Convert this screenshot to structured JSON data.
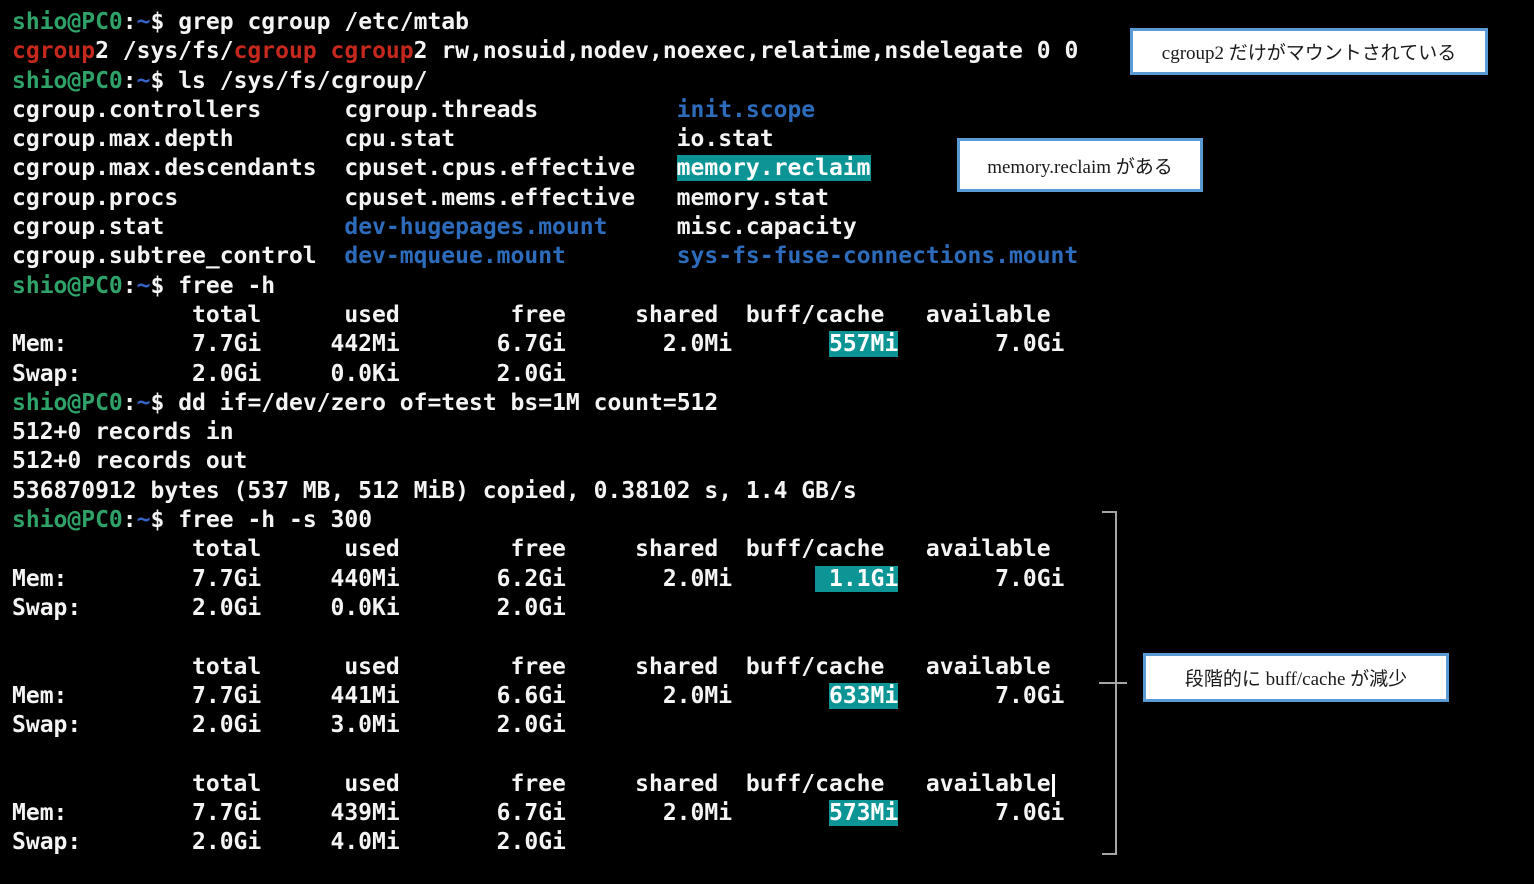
{
  "terminal": {
    "colors": {
      "fg": "#f4f4f4",
      "green": "#2ea269",
      "tilde": "#3465c4",
      "blue": "#2d6cbb",
      "red": "#c5281c",
      "hl": "#ffffff",
      "teal_bg": "#0d9595",
      "hl_fg": "#ffffff"
    },
    "lines": [
      [
        {
          "t": "shio@PC0",
          "c": "green"
        },
        {
          "t": ":",
          "c": "fg"
        },
        {
          "t": "~",
          "c": "tilde"
        },
        {
          "t": "$ ",
          "c": "fg"
        },
        {
          "t": "grep cgroup /etc/mtab",
          "c": "fg"
        }
      ],
      [
        {
          "t": "cgroup",
          "c": "red"
        },
        {
          "t": "2 /sys/fs/",
          "c": "fg"
        },
        {
          "t": "cgroup",
          "c": "red"
        },
        {
          "t": " ",
          "c": "fg"
        },
        {
          "t": "cgroup",
          "c": "red"
        },
        {
          "t": "2 rw,nosuid,nodev,noexec,relatime,nsdelegate 0 0",
          "c": "fg"
        }
      ],
      [
        {
          "t": "shio@PC0",
          "c": "green"
        },
        {
          "t": ":",
          "c": "fg"
        },
        {
          "t": "~",
          "c": "tilde"
        },
        {
          "t": "$ ",
          "c": "fg"
        },
        {
          "t": "ls /sys/fs/cgroup/",
          "c": "fg"
        }
      ],
      [
        {
          "t": "cgroup.controllers      cgroup.threads          ",
          "c": "fg"
        },
        {
          "t": "init.scope",
          "c": "blue"
        }
      ],
      [
        {
          "t": "cgroup.max.depth        cpu.stat                io.stat",
          "c": "fg"
        }
      ],
      [
        {
          "t": "cgroup.max.descendants  cpuset.cpus.effective   ",
          "c": "fg"
        },
        {
          "t": "memory.reclaim",
          "c": "hl"
        }
      ],
      [
        {
          "t": "cgroup.procs            cpuset.mems.effective   memory.stat",
          "c": "fg"
        }
      ],
      [
        {
          "t": "cgroup.stat             ",
          "c": "fg"
        },
        {
          "t": "dev-hugepages.mount",
          "c": "blue"
        },
        {
          "t": "     misc.capacity",
          "c": "fg"
        }
      ],
      [
        {
          "t": "cgroup.subtree_control  ",
          "c": "fg"
        },
        {
          "t": "dev-mqueue.mount",
          "c": "blue"
        },
        {
          "t": "        ",
          "c": "fg"
        },
        {
          "t": "sys-fs-fuse-connections.mount",
          "c": "blue"
        }
      ],
      [
        {
          "t": "shio@PC0",
          "c": "green"
        },
        {
          "t": ":",
          "c": "fg"
        },
        {
          "t": "~",
          "c": "tilde"
        },
        {
          "t": "$ ",
          "c": "fg"
        },
        {
          "t": "free -h",
          "c": "fg"
        }
      ],
      [
        {
          "t": "             total      used        free     shared  buff/cache   available",
          "c": "fg"
        }
      ],
      [
        {
          "t": "Mem:         7.7Gi     442Mi       6.7Gi       2.0Mi       ",
          "c": "fg"
        },
        {
          "t": "557Mi",
          "c": "hl"
        },
        {
          "t": "       7.0Gi",
          "c": "fg"
        }
      ],
      [
        {
          "t": "Swap:        2.0Gi     0.0Ki       2.0Gi",
          "c": "fg"
        }
      ],
      [
        {
          "t": "shio@PC0",
          "c": "green"
        },
        {
          "t": ":",
          "c": "fg"
        },
        {
          "t": "~",
          "c": "tilde"
        },
        {
          "t": "$ ",
          "c": "fg"
        },
        {
          "t": "dd if=/dev/zero of=test bs=1M count=512",
          "c": "fg"
        }
      ],
      [
        {
          "t": "512+0 records in",
          "c": "fg"
        }
      ],
      [
        {
          "t": "512+0 records out",
          "c": "fg"
        }
      ],
      [
        {
          "t": "536870912 bytes (537 MB, 512 MiB) copied, 0.38102 s, 1.4 GB/s",
          "c": "fg"
        }
      ],
      [
        {
          "t": "shio@PC0",
          "c": "green"
        },
        {
          "t": ":",
          "c": "fg"
        },
        {
          "t": "~",
          "c": "tilde"
        },
        {
          "t": "$ ",
          "c": "fg"
        },
        {
          "t": "free -h -s 300",
          "c": "fg"
        }
      ],
      [
        {
          "t": "             total      used        free     shared  buff/cache   available",
          "c": "fg"
        }
      ],
      [
        {
          "t": "Mem:         7.7Gi     440Mi       6.2Gi       2.0Mi      ",
          "c": "fg"
        },
        {
          "t": " 1.1Gi",
          "c": "hl"
        },
        {
          "t": "       7.0Gi",
          "c": "fg"
        }
      ],
      [
        {
          "t": "Swap:        2.0Gi     0.0Ki       2.0Gi",
          "c": "fg"
        }
      ],
      [],
      [
        {
          "t": "             total      used        free     shared  buff/cache   available",
          "c": "fg"
        }
      ],
      [
        {
          "t": "Mem:         7.7Gi     441Mi       6.6Gi       2.0Mi       ",
          "c": "fg"
        },
        {
          "t": "633Mi",
          "c": "hl"
        },
        {
          "t": "       7.0Gi",
          "c": "fg"
        }
      ],
      [
        {
          "t": "Swap:        2.0Gi     3.0Mi       2.0Gi",
          "c": "fg"
        }
      ],
      [],
      [
        {
          "t": "             total      used        free     shared  buff/cache   available",
          "c": "fg"
        },
        {
          "cursor": true
        }
      ],
      [
        {
          "t": "Mem:         7.7Gi     439Mi       6.7Gi       2.0Mi       ",
          "c": "fg"
        },
        {
          "t": "573Mi",
          "c": "hl"
        },
        {
          "t": "       7.0Gi",
          "c": "fg"
        }
      ],
      [
        {
          "t": "Swap:        2.0Gi     4.0Mi       2.0Gi",
          "c": "fg"
        }
      ]
    ]
  },
  "annotations": {
    "border_color": "#5b9bd5",
    "box_cgroup2": {
      "text": "cgroup2 だけがマウントされている"
    },
    "box_reclaim": {
      "text": "memory.reclaim がある"
    },
    "box_buffcache": {
      "text": "段階的に buff/cache が減少"
    }
  },
  "bracket": {
    "color": "#a6a6a6"
  }
}
